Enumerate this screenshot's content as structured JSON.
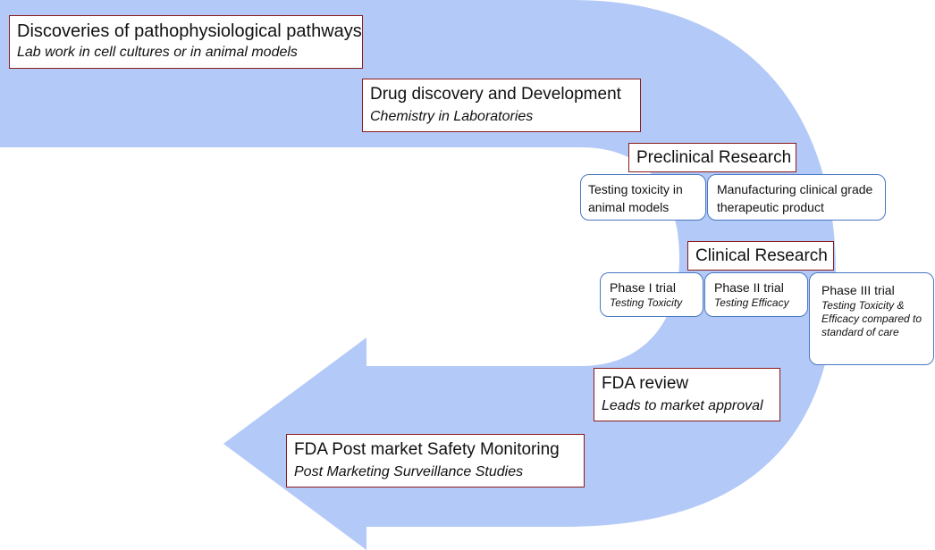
{
  "colors": {
    "arrow": "#b3c9f7",
    "stage_border": "#8b1a1a",
    "box_border": "#4a78c2"
  },
  "stages": {
    "discoveries": {
      "title": "Discoveries of pathophysiological pathways",
      "subtitle": "Lab work in cell cultures or in animal models"
    },
    "drug_discovery": {
      "title": "Drug discovery and Development",
      "subtitle": "Chemistry in Laboratories"
    },
    "preclinical": {
      "title": "Preclinical Research"
    },
    "clinical": {
      "title": "Clinical Research"
    },
    "fda_review": {
      "title": "FDA review",
      "subtitle": "Leads to market approval"
    },
    "post_market": {
      "title": "FDA Post market Safety Monitoring",
      "subtitle": "Post Marketing Surveillance Studies"
    }
  },
  "preclinical_items": {
    "toxicity": "Testing toxicity in animal models",
    "manufacturing": "Manufacturing clinical grade therapeutic product"
  },
  "phases": {
    "phase1": {
      "title": "Phase I trial",
      "subtitle": "Testing Toxicity"
    },
    "phase2": {
      "title": "Phase II trial",
      "subtitle": "Testing Efficacy"
    },
    "phase3": {
      "title": "Phase III trial",
      "subtitle": "Testing Toxicity & Efficacy compared to standard of care"
    }
  }
}
